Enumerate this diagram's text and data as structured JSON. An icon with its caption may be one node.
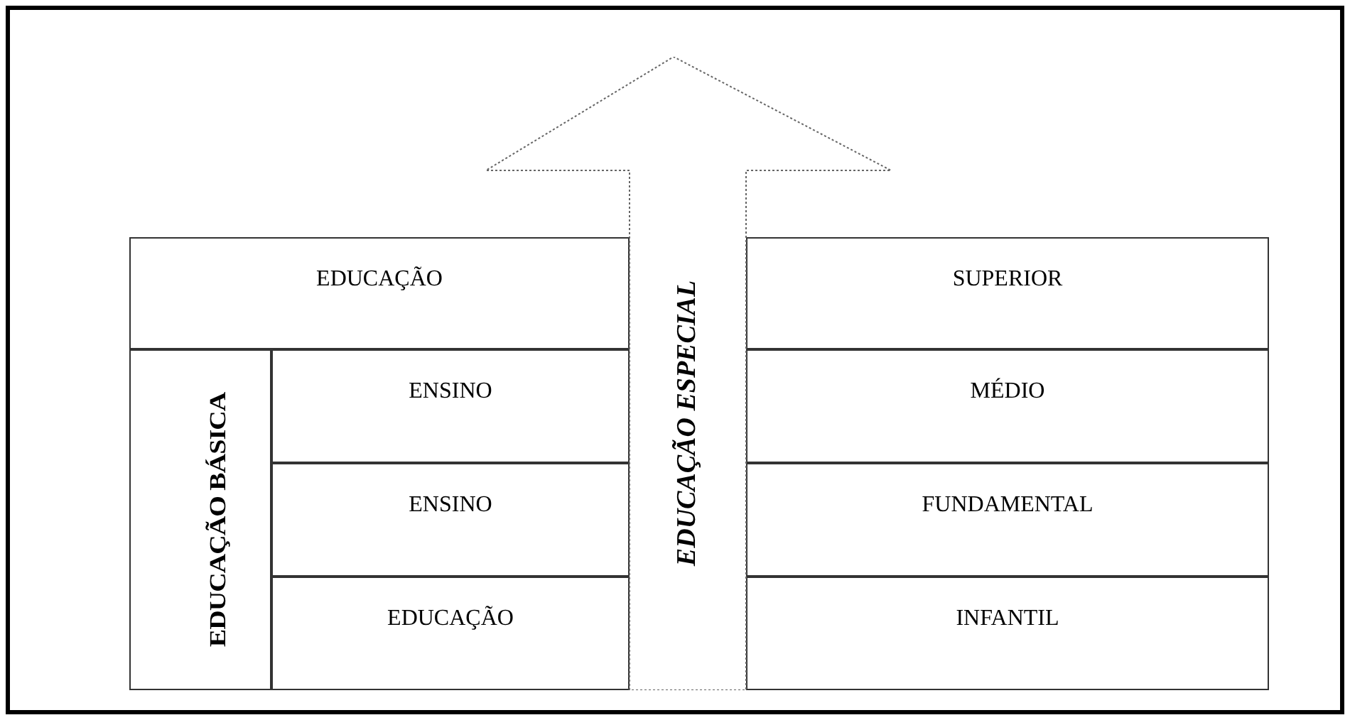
{
  "diagram": {
    "nodes": [
      {
        "text": [
          "EDUCAÇÃO"
        ]
      },
      {
        "text": [
          "SUPERIOR"
        ]
      },
      {
        "text": [
          "EDUCAÇÃO BÁSICA"
        ]
      },
      {
        "text": [
          "ENSINO"
        ]
      },
      {
        "text": [
          "MÉDIO"
        ]
      },
      {
        "text": [
          "ENSINO"
        ]
      },
      {
        "text": [
          "FUNDAMENTAL"
        ]
      },
      {
        "text": [
          "EDUCAÇÃO"
        ]
      },
      {
        "text": [
          "INFANTIL"
        ]
      },
      {
        "text": [
          "EDUCAÇÃO ESPECIAL"
        ]
      }
    ]
  }
}
